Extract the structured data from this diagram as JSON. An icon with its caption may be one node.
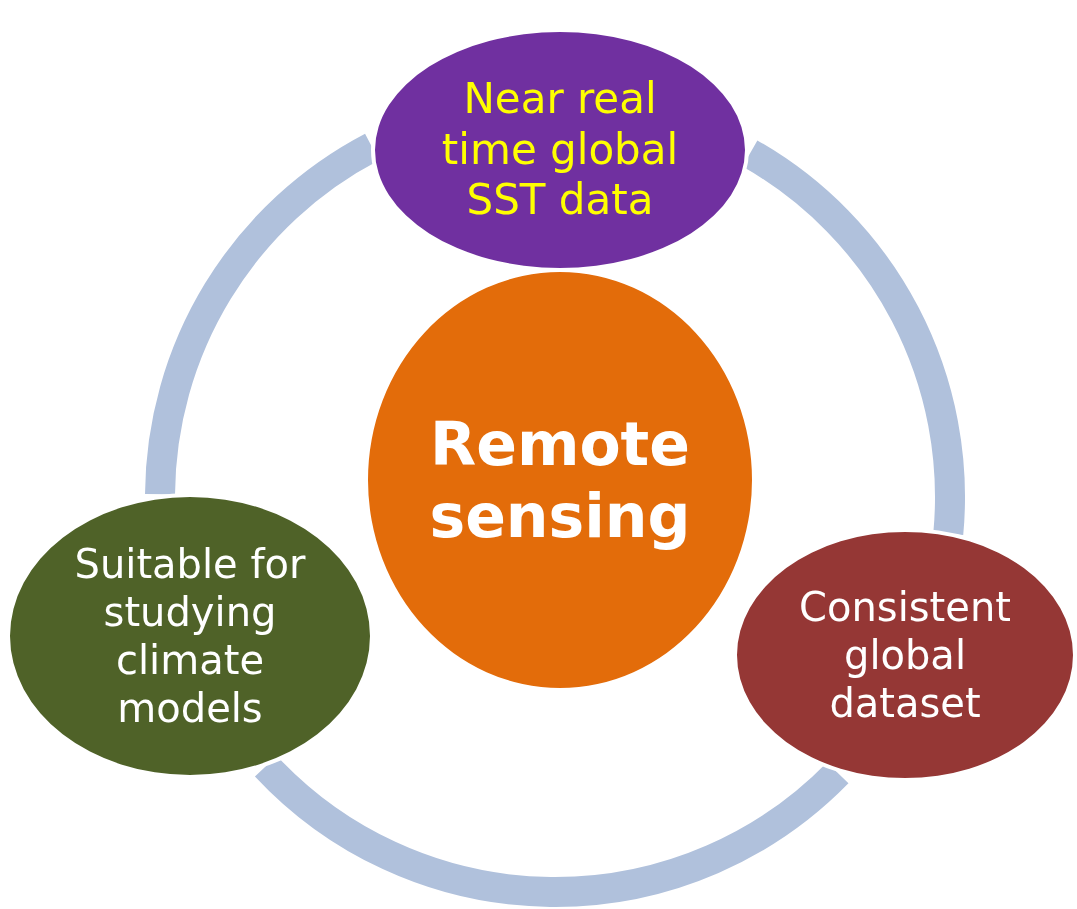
{
  "diagram": {
    "nodes": [
      {
        "text": [
          "Near real time global SST data"
        ]
      },
      {
        "text": [
          "Remote sensing"
        ]
      },
      {
        "text": [
          "Suitable for studying climate models"
        ]
      },
      {
        "text": [
          "Consistent global dataset"
        ]
      }
    ],
    "edges": [
      {
        "from": 0,
        "to": 3,
        "arrow": "none"
      },
      {
        "from": 3,
        "to": 2,
        "arrow": "none"
      },
      {
        "from": 2,
        "to": 0,
        "arrow": "none"
      }
    ]
  }
}
